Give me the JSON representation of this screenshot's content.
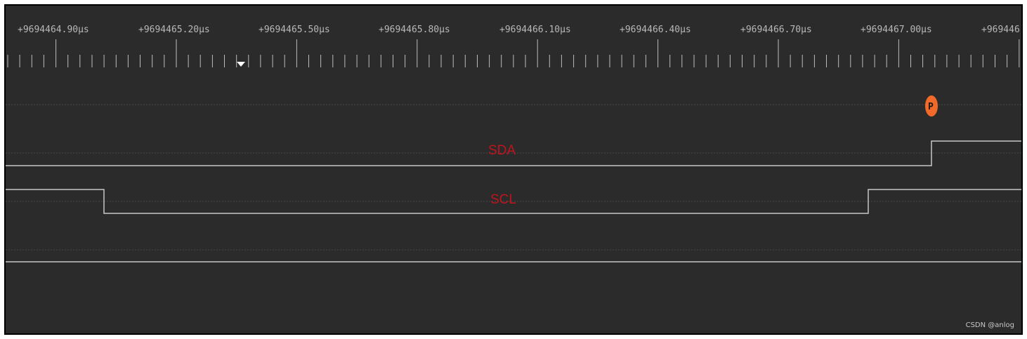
{
  "timeline": {
    "labels": [
      "+9694464.90µs",
      "+9694465.20µs",
      "+9694465.50µs",
      "+9694465.80µs",
      "+9694466.10µs",
      "+9694466.40µs",
      "+9694466.70µs",
      "+9694467.00µs",
      "+969446"
    ]
  },
  "channels": [
    {
      "name": "SDA",
      "label": "SDA"
    },
    {
      "name": "SCL",
      "label": "SCL"
    },
    {
      "name": "",
      "label": ""
    }
  ],
  "annotations": {
    "stop_marker": "P"
  },
  "colors": {
    "background": "#2b2b2b",
    "waveform": "#c8c8c8",
    "grid": "#4a4a4a",
    "signal_label": "#c0141e",
    "marker": "#f26a2a"
  },
  "watermark": "CSDN @anlog"
}
